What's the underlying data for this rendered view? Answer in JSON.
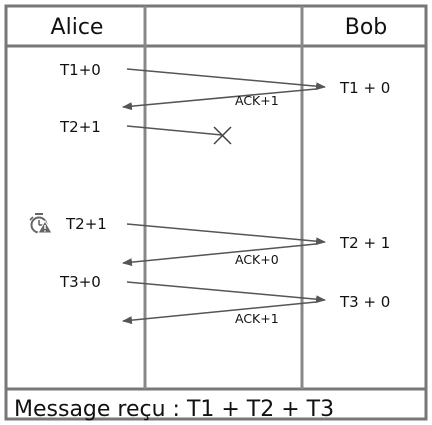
{
  "header": {
    "left": "Alice",
    "middle": "",
    "right": "Bob"
  },
  "events": [
    {
      "sender": "T1+0",
      "receiver": "T1 + 0",
      "ack": "ACK+1",
      "lost": false,
      "retransmit": false
    },
    {
      "sender": "T2+1",
      "receiver": "",
      "ack": "",
      "lost": true,
      "retransmit": false
    },
    {
      "sender": "T2+1",
      "receiver": "T2 + 1",
      "ack": "ACK+0",
      "lost": false,
      "retransmit": true
    },
    {
      "sender": "T3+0",
      "receiver": "T3 + 0",
      "ack": "ACK+1",
      "lost": false,
      "retransmit": false
    }
  ],
  "icons": {
    "timer": "timer-warning-icon",
    "loss": "lost-packet-x-icon"
  },
  "footer": {
    "message": "Message reçu : T1 + T2 + T3"
  },
  "colors": {
    "border": "#777777",
    "arrow": "#555555",
    "text": "#111111",
    "icon": "#666666"
  }
}
